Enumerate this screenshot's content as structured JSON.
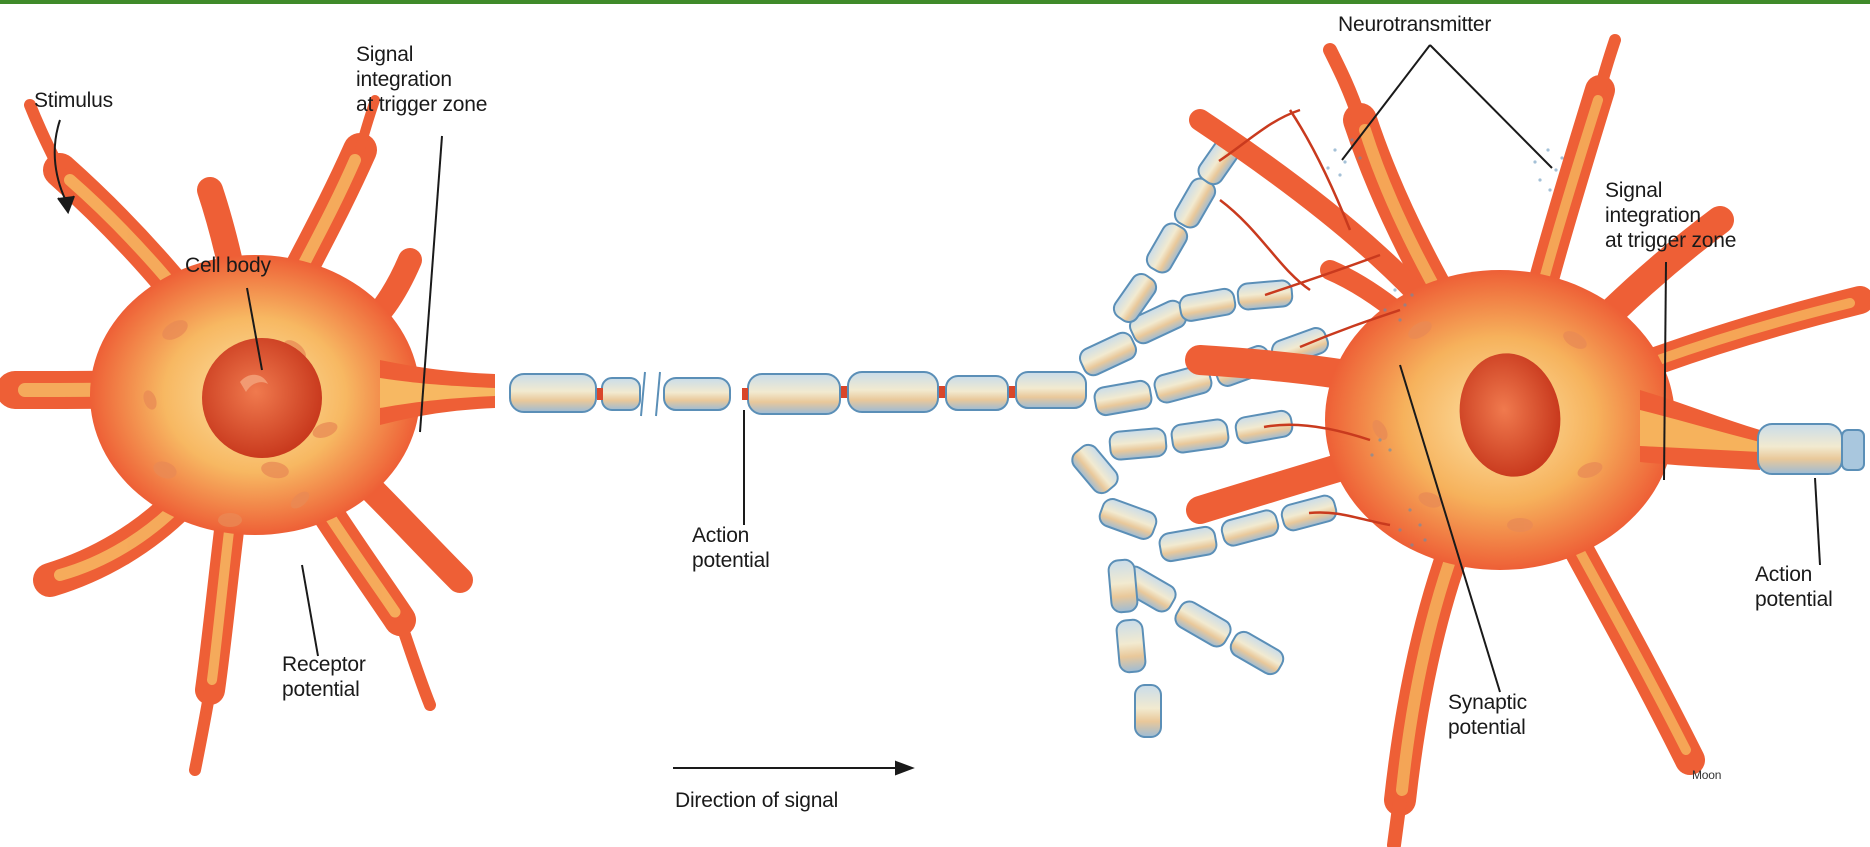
{
  "labels": {
    "stimulus": "Stimulus",
    "signal_integration_left": "Signal\nintegration\nat trigger zone",
    "cell_body": "Cell body",
    "receptor_potential": "Receptor\npotential",
    "action_potential_mid": "Action\npotential",
    "direction_of_signal": "Direction of signal",
    "neurotransmitter": "Neurotransmitter",
    "signal_integration_right": "Signal\nintegration\nat trigger zone",
    "synaptic_potential": "Synaptic\npotential",
    "action_potential_right": "Action\npotential",
    "artist_signature": "Moon"
  },
  "colors": {
    "neuron_outer": "#f0603a",
    "neuron_inner": "#f5b25a",
    "neuron_core": "#fde0a0",
    "nucleus": "#e04a2a",
    "myelin": "#a9c7de",
    "myelin_edge": "#5b8fb7",
    "frame": "#3f8a2a"
  }
}
